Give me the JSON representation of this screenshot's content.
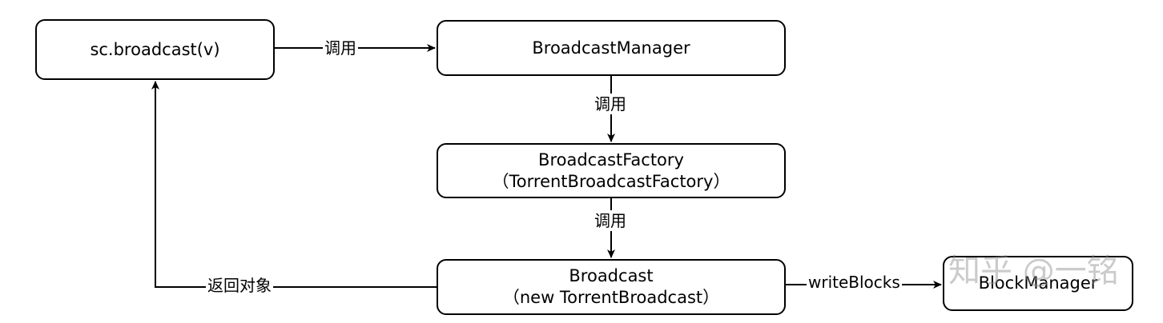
{
  "nodes": {
    "sc_broadcast": "sc.broadcast(v)",
    "broadcast_manager": "BroadcastManager",
    "broadcast_factory": {
      "line1": "BroadcastFactory",
      "line2": "（TorrentBroadcastFactory）"
    },
    "broadcast": {
      "line1": "Broadcast",
      "line2": "（new TorrentBroadcast）"
    },
    "block_manager": "BlockManager"
  },
  "edges": {
    "sc_to_manager": "调用",
    "manager_to_factory": "调用",
    "factory_to_broadcast": "调用",
    "broadcast_to_sc": "返回对象",
    "broadcast_to_block": "writeBlocks"
  },
  "watermark": "知乎 @一铭"
}
